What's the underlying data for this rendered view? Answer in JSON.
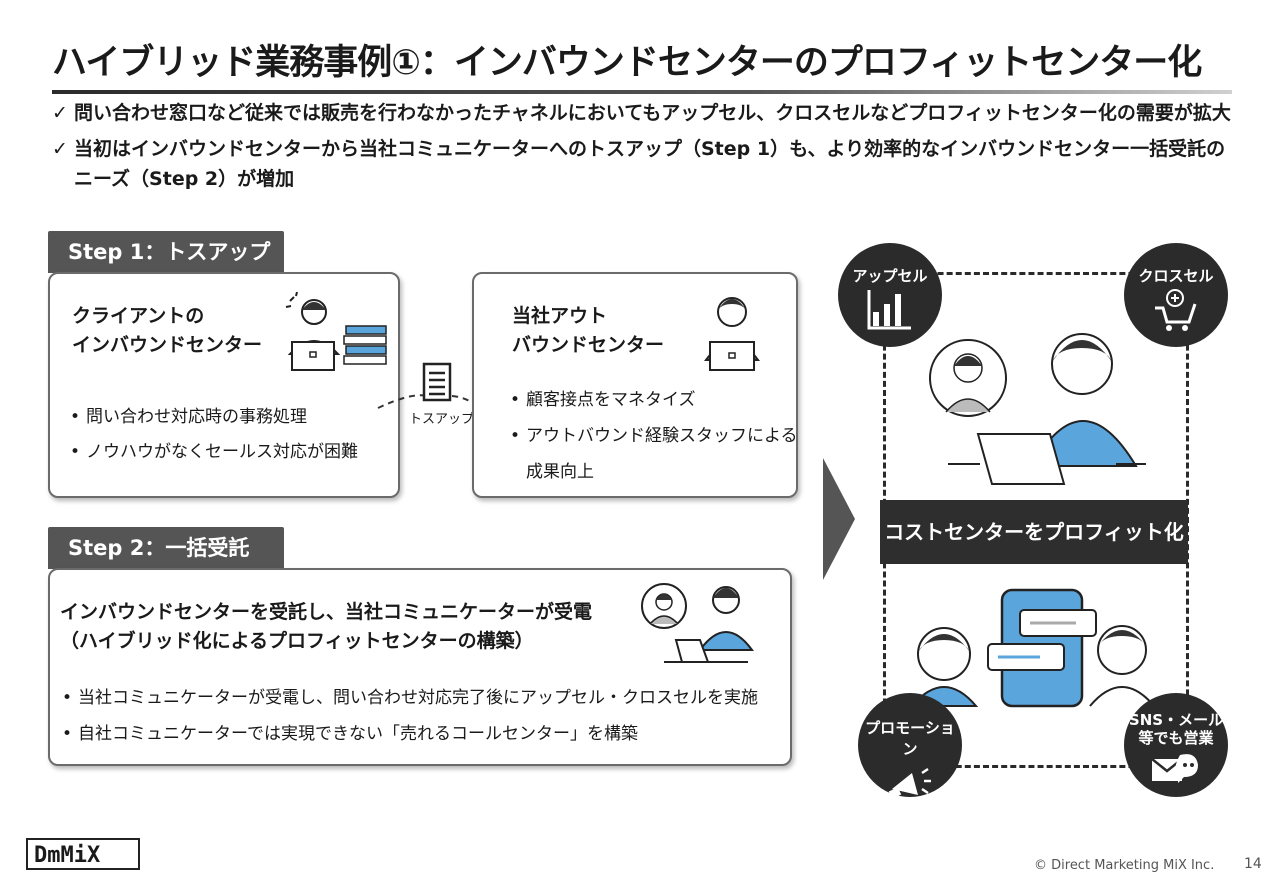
{
  "slide": {
    "title": "ハイブリッド業務事例①：インバウンドセンターのプロフィットセンター化",
    "bullets": [
      {
        "check": "✓",
        "text": "問い合わせ窓口など従来では販売を行わなかったチャネルにおいてもアップセル、クロスセルなどプロフィットセンター化の需要が拡大"
      },
      {
        "check": "✓",
        "line1": "当初はインバウンドセンターから当社コミュニケーターへのトスアップ（Step 1）も、より効率的なインバウンドセンター一括受託の",
        "line2": "ニーズ（Step 2）が増加"
      }
    ]
  },
  "step1": {
    "tab": "Step 1：トスアップ",
    "client_box": {
      "title_line1": "クライアントの",
      "title_line2": "インバウンドセンター",
      "items": [
        "問い合わせ対応時の事務処理",
        "ノウハウがなくセールス対応が困難"
      ]
    },
    "tossup_label": "トスアップ",
    "outbound_box": {
      "title_line1": "当社アウト",
      "title_line2": "バウンドセンター",
      "items": [
        "顧客接点をマネタイズ",
        "アウトバウンド経験スタッフによる"
      ],
      "item_cont": "成果向上"
    }
  },
  "step2": {
    "tab": "Step 2：一括受託",
    "title_line1": "インバウンドセンターを受託し、当社コミュニケーターが受電",
    "title_line2": "（ハイブリッド化によるプロフィットセンターの構築）",
    "items": [
      "当社コミュニケーターが受電し、問い合わせ対応完了後にアップセル・クロスセルを実施",
      "自社コミュニケーターでは実現できない「売れるコールセンター」を構築"
    ]
  },
  "right_panel": {
    "upsell": "アップセル",
    "crosssell": "クロスセル",
    "banner": "コストセンターをプロフィット化",
    "promotion": "プロモーション",
    "sns_line1": "SNS・メール",
    "sns_line2": "等でも営業"
  },
  "footer": {
    "logo": "DmMiX",
    "copyright": "© Direct Marketing MiX Inc.",
    "page": "14"
  },
  "colors": {
    "dark": "#2e2e2e",
    "tab_gray": "#555555",
    "accent_blue": "#5aa5dc"
  }
}
